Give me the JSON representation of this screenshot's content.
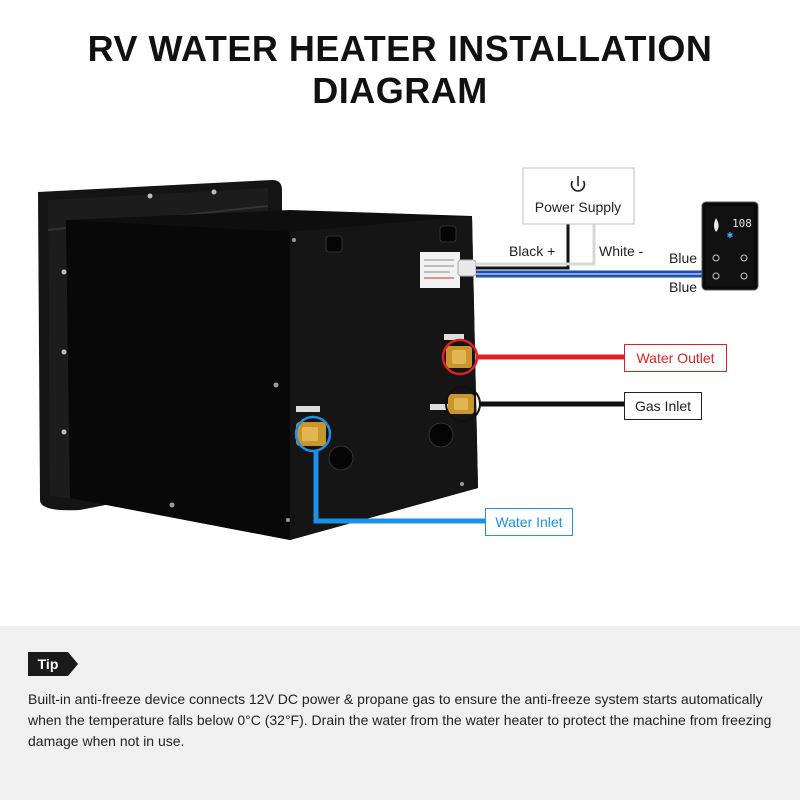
{
  "title": "RV WATER HEATER INSTALLATION DIAGRAM",
  "power_supply": {
    "label": "Power Supply",
    "icon": "power-icon"
  },
  "wires": {
    "black": "Black +",
    "white": "White -",
    "blue_top": "Blue",
    "blue_bottom": "Blue"
  },
  "controller": {
    "display": "108"
  },
  "connections": {
    "water_outlet": "Water Outlet",
    "gas_inlet": "Gas Inlet",
    "water_inlet": "Water Inlet"
  },
  "colors": {
    "water_outlet": "#e02020",
    "gas_inlet": "#111111",
    "water_inlet": "#1e90e8",
    "signal": "#1a4fb5",
    "tip_panel": "#f0f0f0"
  },
  "tip": {
    "badge": "Tip",
    "text": "Built-in anti-freeze device connects 12V DC power & propane gas to ensure the anti-freeze system starts automatically when the temperature falls below 0°C (32°F). Drain the water from the water heater to protect the machine from freezing damage when not in use."
  }
}
